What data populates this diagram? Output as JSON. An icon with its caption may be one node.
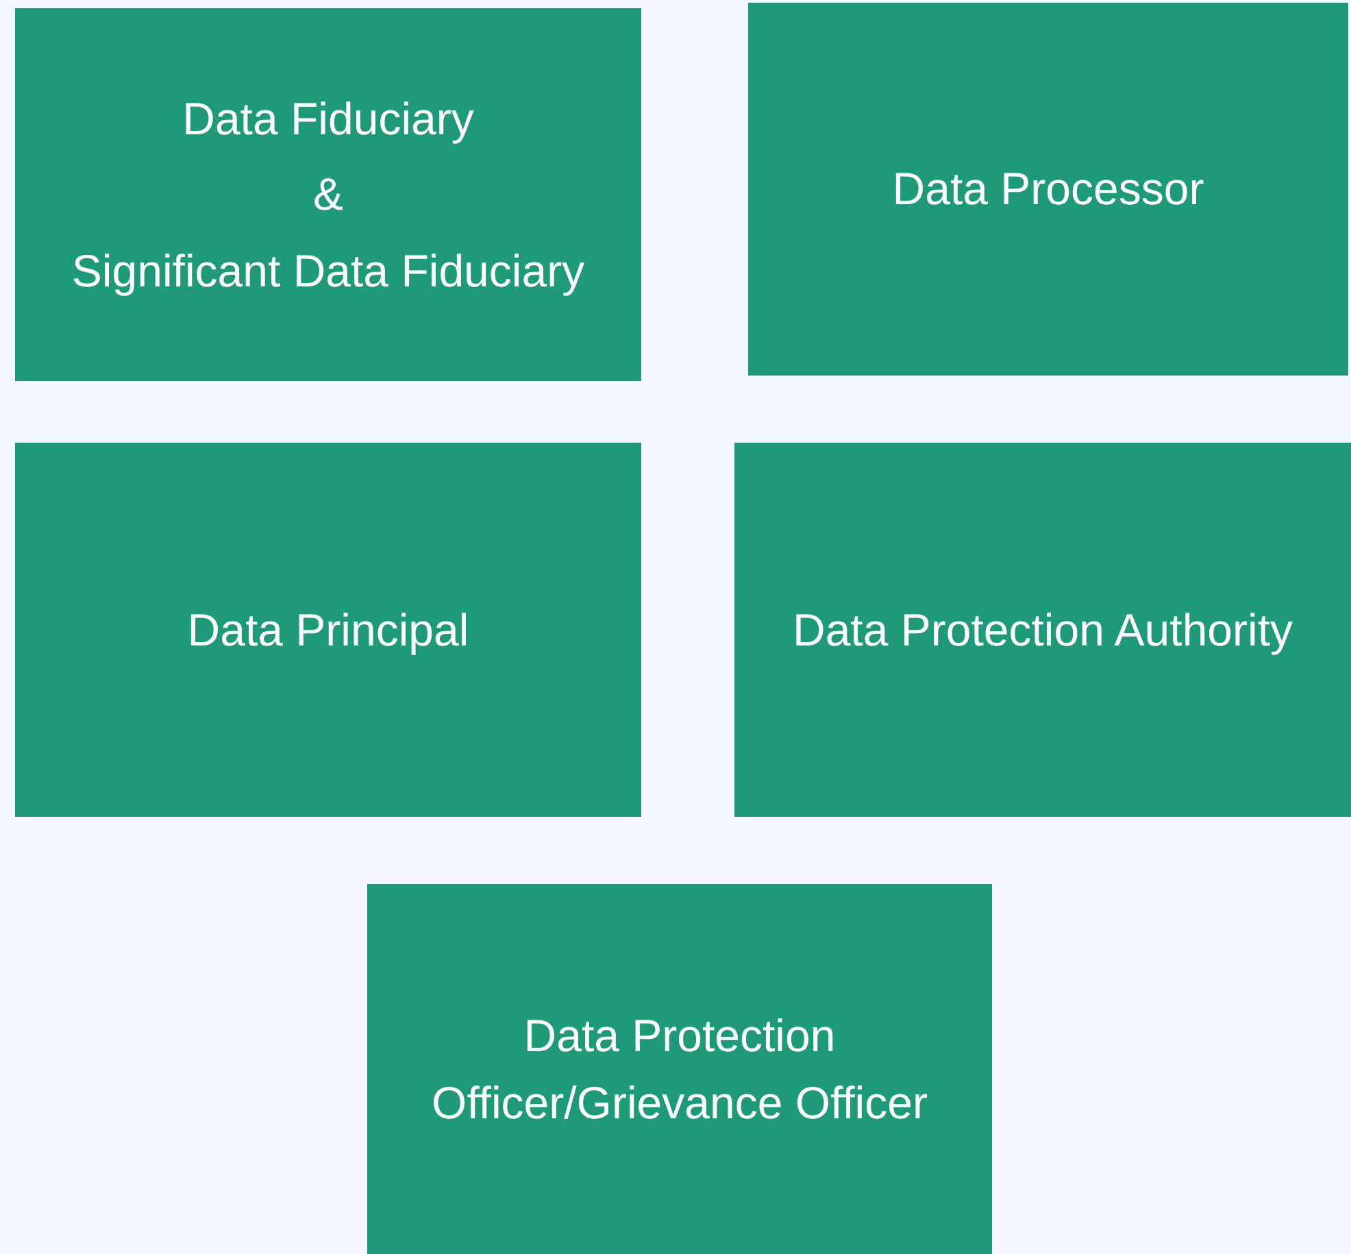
{
  "diagram": {
    "nodes": [
      {
        "text": [
          "Data Fiduciary",
          "&",
          "Significant Data Fiduciary"
        ]
      },
      {
        "text": [
          "Data Processor"
        ]
      },
      {
        "text": [
          "Data Principal"
        ]
      },
      {
        "text": [
          "Data Protection Authority"
        ]
      },
      {
        "text": [
          "Data Protection Officer/Grievance Officer"
        ]
      }
    ]
  }
}
